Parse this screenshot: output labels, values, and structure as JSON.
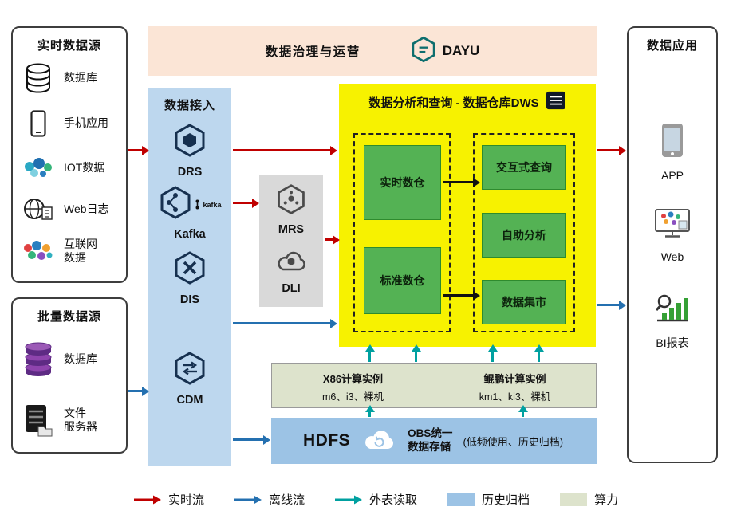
{
  "colors": {
    "realtime_flow": "#c00000",
    "offline_flow": "#2470b0",
    "external_read": "#00a0a0",
    "history_archive_bg": "#9cc3e5",
    "compute_power_bg": "#dde3cc",
    "warehouse_bg": "#f7f200",
    "module_green": "#54b254",
    "ingestion_bg": "#bdd7ee",
    "governance_bg": "#fbe5d6",
    "processing_bg": "#d9d9d9"
  },
  "governance": {
    "title": "数据治理与运营",
    "product": "DAYU"
  },
  "realtime_sources": {
    "title": "实时数据源",
    "items": [
      {
        "label": "数据库",
        "icon": "database-icon"
      },
      {
        "label": "手机应用",
        "icon": "phone-icon"
      },
      {
        "label": "IOT数据",
        "icon": "iot-icon"
      },
      {
        "label": "Web日志",
        "icon": "weblog-icon"
      },
      {
        "label": "互联网\n数据",
        "icon": "internet-data-icon"
      }
    ]
  },
  "batch_sources": {
    "title": "批量数据源",
    "items": [
      {
        "label": "数据库",
        "icon": "purple-database-icon"
      },
      {
        "label": "文件\n服务器",
        "icon": "file-server-icon"
      }
    ]
  },
  "ingestion": {
    "title": "数据接入",
    "kafka_wordmark": "kafka",
    "services": [
      {
        "name": "DRS"
      },
      {
        "name": "Kafka"
      },
      {
        "name": "DIS"
      },
      {
        "name": "CDM"
      }
    ]
  },
  "processing": {
    "services": [
      {
        "name": "MRS"
      },
      {
        "name": "DLI"
      }
    ]
  },
  "warehouse": {
    "title": "数据分析和查询 - 数据仓库DWS",
    "left_modules": [
      {
        "label": "实时数仓"
      },
      {
        "label": "标准数仓"
      }
    ],
    "right_modules": [
      {
        "label": "交互式查询"
      },
      {
        "label": "自助分析"
      },
      {
        "label": "数据集市"
      }
    ]
  },
  "compute": {
    "x86_title": "X86计算实例",
    "x86_detail": "m6、i3、裸机",
    "kunpeng_title": "鲲鹏计算实例",
    "kunpeng_detail": "km1、ki3、裸机"
  },
  "storage": {
    "hdfs_label": "HDFS",
    "obs_label": "OBS统一\n数据存储",
    "obs_note": "(低频使用、历史归档)"
  },
  "applications": {
    "title": "数据应用",
    "items": [
      {
        "label": "APP"
      },
      {
        "label": "Web"
      },
      {
        "label": "BI报表"
      }
    ]
  },
  "legend": {
    "items": [
      {
        "label": "实时流",
        "marker": "arrow",
        "color": "#c00000"
      },
      {
        "label": "离线流",
        "marker": "arrow",
        "color": "#2470b0"
      },
      {
        "label": "外表读取",
        "marker": "arrow",
        "color": "#00a0a0"
      },
      {
        "label": "历史归档",
        "marker": "swatch",
        "color": "#9cc3e5"
      },
      {
        "label": "算力",
        "marker": "swatch",
        "color": "#dde3cc"
      }
    ]
  }
}
